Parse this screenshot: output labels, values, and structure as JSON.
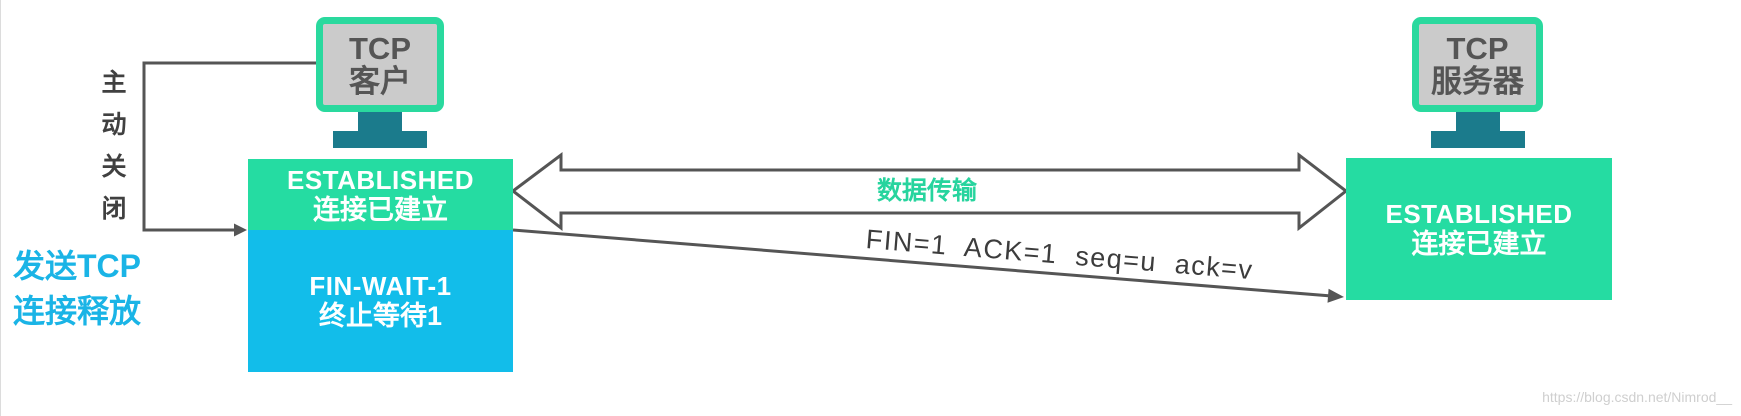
{
  "client": {
    "screen": {
      "line1": "TCP",
      "line2": "客户"
    },
    "state_established": {
      "en": "ESTABLISHED",
      "cn": "连接已建立"
    },
    "state_fin_wait_1": {
      "en": "FIN-WAIT-1",
      "cn": "终止等待1"
    }
  },
  "server": {
    "screen": {
      "line1": "TCP",
      "line2": "服务器"
    },
    "state_established": {
      "en": "ESTABLISHED",
      "cn": "连接已建立"
    }
  },
  "active_close": [
    "主",
    "动",
    "关",
    "闭"
  ],
  "send_release": {
    "line1": "发送TCP",
    "line2": "连接释放"
  },
  "data_transfer": "数据传输",
  "segment": "FIN=1  ACK=1  seq=u  ack=v",
  "watermark": "https://blog.csdn.net/Nimrod__",
  "icons": {
    "client": "monitor-icon",
    "server": "monitor-icon"
  },
  "colors": {
    "state_green": "#25dca2",
    "state_blue": "#12bdea",
    "monitor_border": "#2ad99e",
    "monitor_screen": "#cbcbcb",
    "monitor_stand": "#1b7b8c",
    "line": "#555555",
    "send_text": "#1ab4e6",
    "transfer_text": "#27d49e",
    "dark_text": "#404040",
    "watermark": "#cfcfcf"
  }
}
